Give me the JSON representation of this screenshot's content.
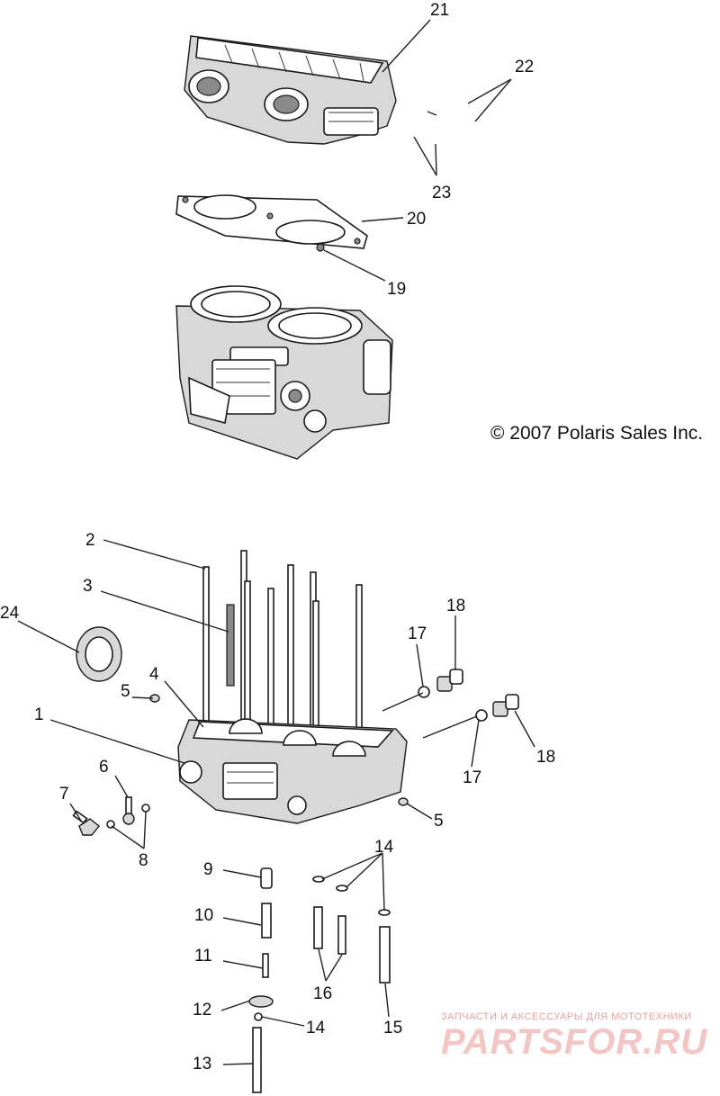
{
  "copyright": "© 2007 Polaris Sales Inc.",
  "watermark": {
    "subtitle": "ЗАПЧАСТИ И АКСЕССУАРЫ ДЛЯ МОТОТЕХНИКИ",
    "site": "PARTSFOR.RU"
  },
  "callouts": {
    "c1": "1",
    "c2": "2",
    "c3": "3",
    "c4": "4",
    "c5a": "5",
    "c5b": "5",
    "c6": "6",
    "c7": "7",
    "c8": "8",
    "c9": "9",
    "c10": "10",
    "c11": "11",
    "c12": "12",
    "c13": "13",
    "c14a": "14",
    "c14b": "14",
    "c15": "15",
    "c16": "16",
    "c17a": "17",
    "c17b": "17",
    "c18a": "18",
    "c18b": "18",
    "c19": "19",
    "c20": "20",
    "c21": "21",
    "c22": "22",
    "c23": "23",
    "c24": "24"
  }
}
